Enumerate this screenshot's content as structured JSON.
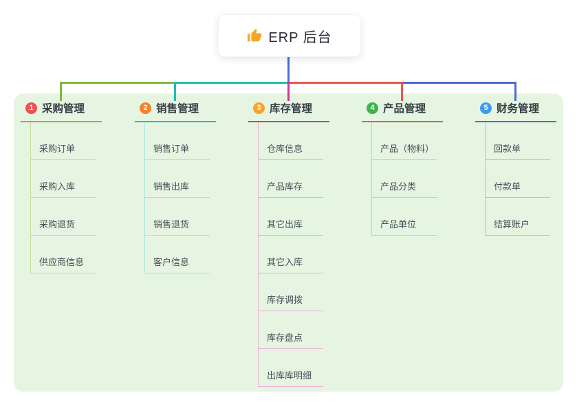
{
  "canvas": {
    "background": "#FFFFFF",
    "panel_background": "#E6F5E2"
  },
  "root": {
    "label": "ERP 后台",
    "icon": "thumbs-up-icon",
    "icon_color": "#F5A623",
    "connector_color": "#4A6BD4"
  },
  "branches": [
    {
      "num": "1",
      "label": "采购管理",
      "color": "#7DBB3B",
      "light": "#BFDF9A",
      "badge": "#EE5253",
      "children": [
        "采购订单",
        "采购入库",
        "采购退货",
        "供应商信息"
      ]
    },
    {
      "num": "2",
      "label": "销售管理",
      "color": "#20BDB0",
      "light": "#A6E3DC",
      "badge": "#F98129",
      "children": [
        "销售订单",
        "销售出库",
        "销售退货",
        "客户信息"
      ]
    },
    {
      "num": "3",
      "label": "库存管理",
      "color": "#CC3A97",
      "light": "#EBAED7",
      "badge": "#FBA12B",
      "children": [
        "仓库信息",
        "产品库存",
        "其它出库",
        "其它入库",
        "库存调拨",
        "库存盘点",
        "出库库明细"
      ]
    },
    {
      "num": "4",
      "label": "产品管理",
      "color": "#EF5350",
      "light": "#F7B6B4",
      "badge": "#3CB54A",
      "children": [
        "产品（物料）",
        "产品分类",
        "产品单位"
      ]
    },
    {
      "num": "5",
      "label": "财务管理",
      "color": "#4A6BD4",
      "light": "#B0BFEA",
      "badge": "#3E9CF0",
      "children": [
        "回款单",
        "付款单",
        "结算账户"
      ]
    }
  ]
}
